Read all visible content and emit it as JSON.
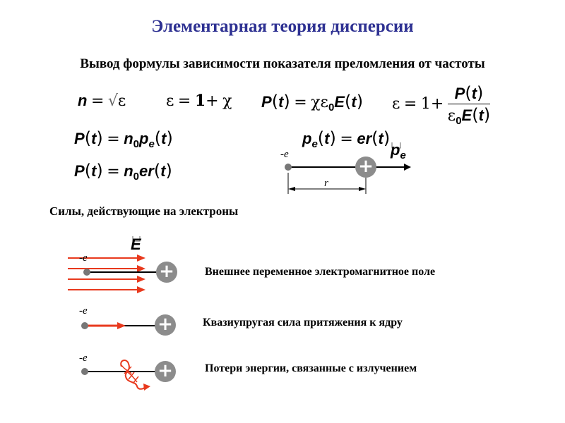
{
  "title": "Элементарная теория дисперсии",
  "subtitle": "Вывод формулы зависимости показателя преломления от частоты",
  "section_forces": "Силы, действующие на электроны",
  "formulas": {
    "n_lhs": "n",
    "eq": "=",
    "plus": "+",
    "sqrt": "√",
    "eps": "ε",
    "chi": "χ",
    "one": "1",
    "P": "P",
    "t": "t",
    "E": "E",
    "zero": "0",
    "n0": "n",
    "p": "p",
    "e_sub": "e",
    "e": "e",
    "r": "r",
    "lparen": "(",
    "rparen": ")"
  },
  "diagram_top": {
    "electron_label": "-e",
    "distance_label": "r",
    "vector_label": "p",
    "vector_sub": "e"
  },
  "forces": [
    {
      "label": "-e",
      "description": "Внешнее переменное электромагнитное поле"
    },
    {
      "label": "-e",
      "description": "Квазиупругая сила притяжения к ядру"
    },
    {
      "label": "-e",
      "description": "Потери энергии, связанные с излучением"
    }
  ],
  "field_label": "E",
  "nucleus_sign": "+",
  "colors": {
    "title": "#2e3192",
    "arrow": "#e8391d",
    "nucleus": "#8c8c8c"
  }
}
